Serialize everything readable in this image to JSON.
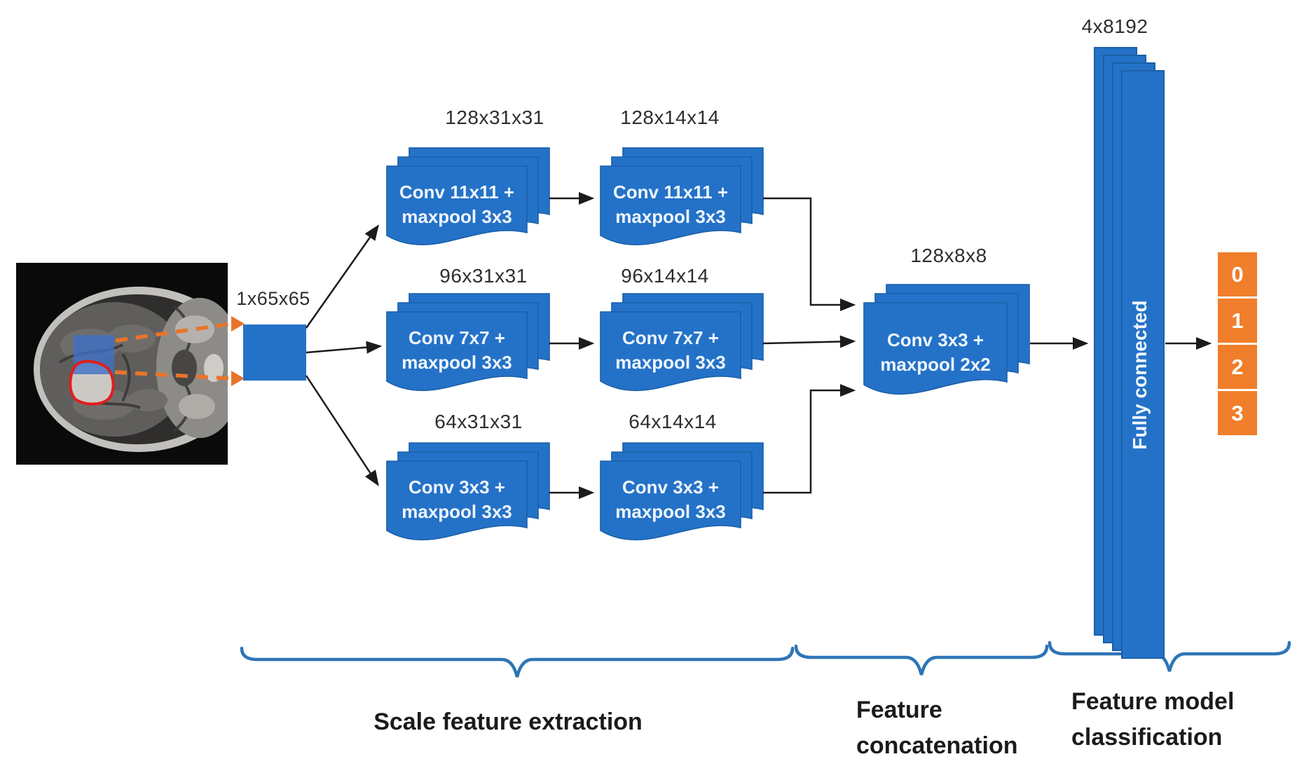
{
  "input": {
    "dims": "1x65x65"
  },
  "branches": [
    {
      "stage1_dims": "128x31x31",
      "stage1_op": "Conv 11x11 +\nmaxpool 3x3",
      "stage2_dims": "128x14x14",
      "stage2_op": "Conv 11x11 +\nmaxpool 3x3"
    },
    {
      "stage1_dims": "96x31x31",
      "stage1_op": "Conv 7x7 +\nmaxpool 3x3",
      "stage2_dims": "96x14x14",
      "stage2_op": "Conv 7x7 +\nmaxpool 3x3"
    },
    {
      "stage1_dims": "64x31x31",
      "stage1_op": "Conv 3x3 +\nmaxpool 3x3",
      "stage2_dims": "64x14x14",
      "stage2_op": "Conv 3x3 +\nmaxpool 3x3"
    }
  ],
  "concatenation": {
    "dims": "128x8x8",
    "op": "Conv 3x3 +\nmaxpool 2x2"
  },
  "fully_connected": {
    "dims": "4x8192",
    "label": "Fully connected"
  },
  "output_classes": [
    "0",
    "1",
    "2",
    "3"
  ],
  "stage_labels": {
    "extraction": "Scale feature extraction",
    "concatenation": "Feature\nconcatenation",
    "classification": "Feature model\nclassification"
  },
  "colors": {
    "block_blue": "#2472C8",
    "block_edge": "#1A5FA8",
    "orange": "#F07E2A",
    "dash_orange": "#E8742B",
    "brace_blue": "#2E75B6",
    "arrow_black": "#1b1b1b"
  }
}
